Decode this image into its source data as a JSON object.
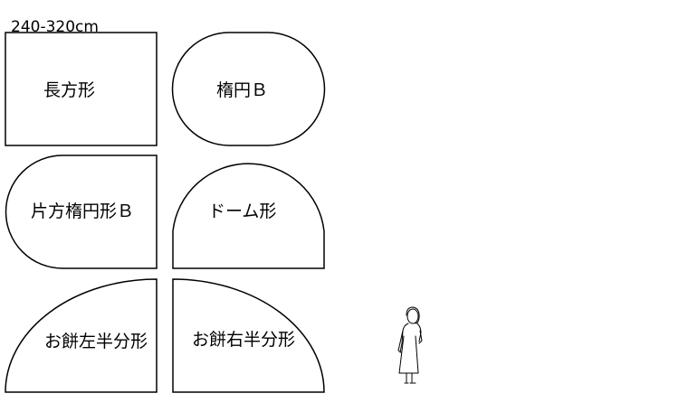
{
  "dimension_label": "240-320cm",
  "shapes": [
    {
      "id": "rectangle",
      "label": "長方形"
    },
    {
      "id": "ellipse-b",
      "label": "楕円Ｂ"
    },
    {
      "id": "half-ellipse-b",
      "label": "片方楕円形Ｂ"
    },
    {
      "id": "dome",
      "label": "ドーム形"
    },
    {
      "id": "mochi-left-half",
      "label": "お餅左半分形"
    },
    {
      "id": "mochi-right-half",
      "label": "お餅右半分形"
    }
  ],
  "colors": {
    "stroke": "#000000",
    "background": "#ffffff"
  },
  "scale_figure": "standing-person-icon"
}
